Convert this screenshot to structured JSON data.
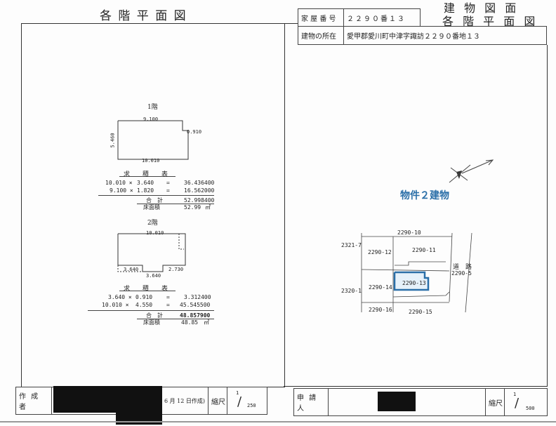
{
  "left_title": "各 階 平 面 図",
  "right_title": {
    "line1": "建 物 図 面",
    "line2": "各 階 平 面 図"
  },
  "header": {
    "house_number_label": "家 屋 番 号",
    "house_number": "２２９０番１３",
    "location_label": "建物の所在",
    "location": "愛甲郡愛川町中津字諏訪２２９０番地１３"
  },
  "floor1": {
    "title": "1階",
    "dims": {
      "top": "9.100",
      "right_short": "0.910",
      "bottom": "10.010",
      "left": "5.460"
    },
    "table_title": "求　　積　　表",
    "rows": [
      {
        "a": "10.010 ×",
        "b": "3.640",
        "eq": "=",
        "v": "36.436400"
      },
      {
        "a": "9.100 ×",
        "b": "1.820",
        "eq": "=",
        "v": "16.562000"
      }
    ],
    "total_label": "合　計",
    "total": "52.998400",
    "floor_area_label": "床面積",
    "floor_area": "52.99",
    "unit": "㎡"
  },
  "floor2": {
    "title": "2階",
    "dims": {
      "top": "10.010",
      "bottom_left": "3.640",
      "bottom_right": "2.730",
      "bottom": "3.640"
    },
    "table_title": "求　　積　　表",
    "rows": [
      {
        "a": "3.640 ×",
        "b": "0.910",
        "eq": "=",
        "v": "3.312400"
      },
      {
        "a": "10.010 ×",
        "b": "4.550",
        "eq": "=",
        "v": "45.545500"
      }
    ],
    "total_label": "合　計",
    "total": "48.857900",
    "floor_area_label": "床面積",
    "floor_area": "48.85",
    "unit": "㎡"
  },
  "site": {
    "label": "物件２建物",
    "parcels": [
      "2290-10",
      "2321-7",
      "2290-12",
      "2290-11",
      "道　路",
      "2290-5",
      "2320-1",
      "2290-14",
      "2290-13",
      "2290-16",
      "2290-15"
    ],
    "accent": "#2a6fa8"
  },
  "footer": {
    "author_label": "作 成 者",
    "date": "6 月 12 日作成)",
    "scale_label": "縮尺",
    "scale_left": {
      "num": "1",
      "den": "250"
    },
    "applicant_label": "申 請 人",
    "scale_right": {
      "num": "1",
      "den": "500"
    }
  }
}
